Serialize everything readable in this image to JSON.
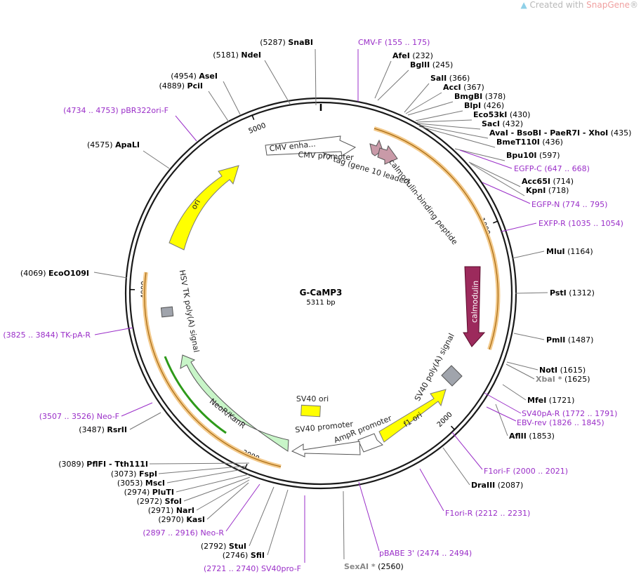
{
  "credit": {
    "prefix": "Created with ",
    "brand": "SnapGene",
    "mark": "®"
  },
  "plasmid": {
    "name": "G-CaMP3",
    "size_label": "5311 bp",
    "length": 5311
  },
  "ticks": [
    {
      "pos": 1000,
      "label": "1000"
    },
    {
      "pos": 2000,
      "label": "2000"
    },
    {
      "pos": 3000,
      "label": "3000"
    },
    {
      "pos": 4000,
      "label": "4000"
    },
    {
      "pos": 5000,
      "label": "5000"
    }
  ],
  "features": [
    {
      "name": "CMV enhancer",
      "label": "CMV enha...",
      "type": "enhancer",
      "color": "#ffffff"
    },
    {
      "name": "CMV promoter",
      "label": "CMV promoter",
      "type": "promoter",
      "color": "#ffffff"
    },
    {
      "name": "T7 tag (gene 10 leader)",
      "label": "T7 tag (gene 10 leader)",
      "type": "tag",
      "color": "#c99aa8"
    },
    {
      "name": "calmodulin-binding peptide",
      "label": "calmodulin-binding peptide",
      "type": "cds",
      "color": "#c99aa8"
    },
    {
      "name": "calmodulin",
      "label": "calmodulin",
      "type": "cds",
      "color": "#9c2a5c"
    },
    {
      "name": "SV40 poly(A) signal",
      "label": "SV40 poly(A) signal",
      "type": "terminator",
      "color": "#a0a4ac"
    },
    {
      "name": "f1 ori",
      "label": "f1 ori",
      "type": "origin",
      "color": "#ffff00"
    },
    {
      "name": "AmpR promoter",
      "label": "AmpR promoter",
      "type": "promoter",
      "color": "#ffffff"
    },
    {
      "name": "SV40 promoter",
      "label": "SV40 promoter",
      "type": "promoter",
      "color": "#ffffff"
    },
    {
      "name": "SV40 ori",
      "label": "SV40 ori",
      "type": "origin",
      "color": "#ffff00"
    },
    {
      "name": "NeoR/KanR",
      "label": "NeoR/KanR",
      "type": "cds",
      "color": "#c8f5c8"
    },
    {
      "name": "HSV TK poly(A) signal",
      "label": "HSV TK poly(A) signal",
      "type": "terminator",
      "color": "#a0a4ac"
    },
    {
      "name": "ori",
      "label": "ori",
      "type": "origin",
      "color": "#ffff00"
    }
  ],
  "sites": [
    {
      "pos": "(5287)",
      "name": "SnaBI"
    },
    {
      "pos": "(5181)",
      "name": "NdeI"
    },
    {
      "pos": "(4954)",
      "name": "AseI"
    },
    {
      "pos": "(4889)",
      "name": "PciI"
    },
    {
      "pos": "(4575)",
      "name": "ApaLI"
    },
    {
      "pos": "(4069)",
      "name": "EcoO109I"
    },
    {
      "pos": "(3487)",
      "name": "RsrII"
    },
    {
      "pos": "(3089)",
      "name": "PflFI  -  Tth111I"
    },
    {
      "pos": "(3073)",
      "name": "FspI"
    },
    {
      "pos": "(3053)",
      "name": "MscI"
    },
    {
      "pos": "(2974)",
      "name": "PluTI"
    },
    {
      "pos": "(2972)",
      "name": "SfoI"
    },
    {
      "pos": "(2971)",
      "name": "NarI"
    },
    {
      "pos": "(2970)",
      "name": "KasI"
    },
    {
      "pos": "(2792)",
      "name": "StuI"
    },
    {
      "pos": "(2746)",
      "name": "SfiI"
    },
    {
      "pos": "(2560)",
      "name": "SexAI *"
    },
    {
      "pos": "(232)",
      "name": "AfeI"
    },
    {
      "pos": "(245)",
      "name": "BglII"
    },
    {
      "pos": "(366)",
      "name": "SalI"
    },
    {
      "pos": "(367)",
      "name": "AccI"
    },
    {
      "pos": "(378)",
      "name": "BmgBI"
    },
    {
      "pos": "(426)",
      "name": "BlpI"
    },
    {
      "pos": "(430)",
      "name": "Eco53kI"
    },
    {
      "pos": "(432)",
      "name": "SacI"
    },
    {
      "pos": "(435)",
      "name": "AvaI  -  BsoBI  -  PaeR7I  -  XhoI"
    },
    {
      "pos": "(436)",
      "name": "BmeT110I"
    },
    {
      "pos": "(597)",
      "name": "Bpu10I"
    },
    {
      "pos": "(714)",
      "name": "Acc65I"
    },
    {
      "pos": "(718)",
      "name": "KpnI"
    },
    {
      "pos": "(1164)",
      "name": "MluI"
    },
    {
      "pos": "(1312)",
      "name": "PstI"
    },
    {
      "pos": "(1487)",
      "name": "PmlI"
    },
    {
      "pos": "(1615)",
      "name": "NotI"
    },
    {
      "pos": "(1625)",
      "name": "XbaI *"
    },
    {
      "pos": "(1721)",
      "name": "MfeI"
    },
    {
      "pos": "(1853)",
      "name": "AflII"
    },
    {
      "pos": "(2087)",
      "name": "DraIII"
    }
  ],
  "primers": [
    {
      "name": "CMV-F",
      "range": "(155 .. 175)"
    },
    {
      "name": "pBR322ori-F",
      "range": "(4734 .. 4753)"
    },
    {
      "name": "TK-pA-R",
      "range": "(3825 .. 3844)"
    },
    {
      "name": "Neo-F",
      "range": "(3507 .. 3526)"
    },
    {
      "name": "Neo-R",
      "range": "(2897 .. 2916)"
    },
    {
      "name": "SV40pro-F",
      "range": "(2721 .. 2740)"
    },
    {
      "name": "pBABE 3'",
      "range": "(2474 .. 2494)"
    },
    {
      "name": "F1ori-R",
      "range": "(2212 .. 2231)"
    },
    {
      "name": "F1ori-F",
      "range": "(2000 .. 2021)"
    },
    {
      "name": "EBV-rev",
      "range": "(1826 .. 1845)"
    },
    {
      "name": "SV40pA-R",
      "range": "(1772 .. 1791)"
    },
    {
      "name": "EXFP-R",
      "range": "(1035 .. 1054)"
    },
    {
      "name": "EGFP-N",
      "range": "(774 .. 795)"
    },
    {
      "name": "EGFP-C",
      "range": "(647 .. 668)"
    }
  ]
}
